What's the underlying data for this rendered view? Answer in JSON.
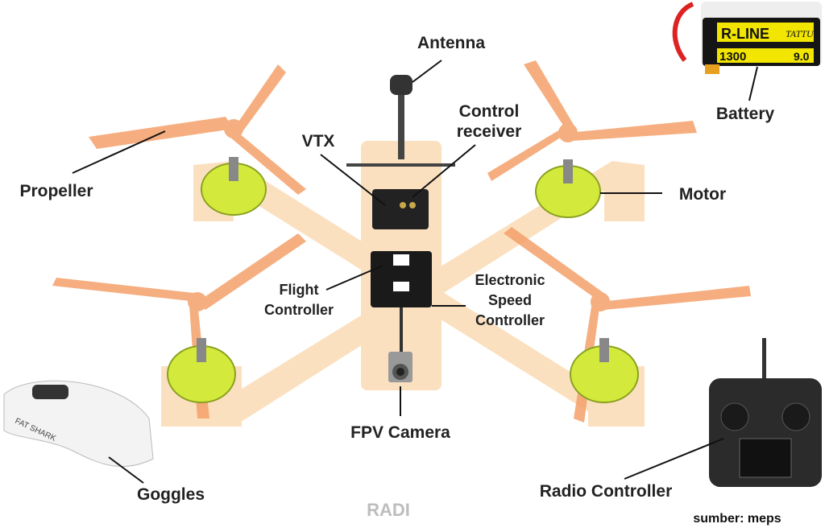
{
  "labels": {
    "antenna": "Antenna",
    "control_receiver_1": "Control",
    "control_receiver_2": "receiver",
    "vtx": "VTX",
    "battery": "Battery",
    "propeller": "Propeller",
    "motor": "Motor",
    "flight_controller_1": "Flight",
    "flight_controller_2": "Controller",
    "esc_1": "Electronic",
    "esc_2": "Speed",
    "esc_3": "Controller",
    "fpv_camera": "FPV Camera",
    "goggles": "Goggles",
    "radio_controller": "Radio Controller"
  },
  "battery_print": {
    "brand": "R-LINE",
    "maker": "TATTU",
    "capacity": "1300",
    "version": "9.0"
  },
  "goggles_print": "FAT SHARK",
  "watermark": "RADI",
  "source": "sumber: meps",
  "colors": {
    "frame": "#fbe0bf",
    "propeller": "#f4a06a",
    "motor": "#d3ea3c",
    "text": "#222222"
  }
}
